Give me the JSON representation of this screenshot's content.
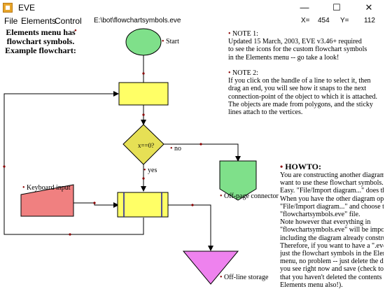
{
  "window": {
    "title": "EVE",
    "minimize": "—",
    "maximize": "☐",
    "close": "✕"
  },
  "menu": [
    "File",
    "Elements",
    "Control"
  ],
  "file_path": "E:\\bot\\flowchartsymbols.eve",
  "coords": {
    "x_label": "X=",
    "x_value": "454",
    "y_label": "Y=",
    "y_value": "112"
  },
  "intro": [
    "Elements menu has",
    "flowchart symbols.",
    "Example flowchart:"
  ],
  "labels": {
    "start": "Start",
    "decision": "x==0?",
    "no": "no",
    "yes": "yes",
    "keyboard": "Keyboard input",
    "offpage": "Off-page connector",
    "offline": "Off-line storage"
  },
  "note1": [
    "NOTE 1:",
    "Updated 15 March, 2003, EVE v3.46+ required",
    "to see the icons for the custom flowchart symbols",
    "in the Elements menu -- go take a look!"
  ],
  "note2": [
    "NOTE 2:",
    "If you click on the handle of a line to select it, then",
    "drag an end, you will see how it snaps to the next",
    "connection-point of the object to which it is attached.",
    "The objects are made from polygons, and the sticky",
    "lines attach to the vertices."
  ],
  "howto": {
    "title": "HOWTO:",
    "lines": [
      "You are constructing another diagram, and",
      "want to use these flowchart symbols.",
      "Easy. \"File/Import diagram...\" does the trick.",
      "When you have the other diagram open, then",
      "\"File/Import diagram...\" and choose this",
      "\"flowchartsymbols.eve\" file.",
      "Note however that everything in",
      "\"flowchartsymbols.eve\" will be imported,",
      "including the diagram already constructed.",
      "Therefore, if you want to have a \".eve\" with",
      "just the flowchart symbols in the Elements",
      "menu, no problem -- just delete the diagram",
      "you see right now and save (check to make sure",
      "that you haven't deleted the contents of the",
      "Elements menu also!)."
    ]
  },
  "colors": {
    "start": "#7fe08a",
    "process": "#ffff66",
    "decision": "#e6e055",
    "offpage": "#7fe08a",
    "offline": "#ee82ee",
    "keyboard": "#f08080",
    "storage_bar": "#1a1aa0",
    "line": "#000000",
    "dot": "#8b0000"
  }
}
